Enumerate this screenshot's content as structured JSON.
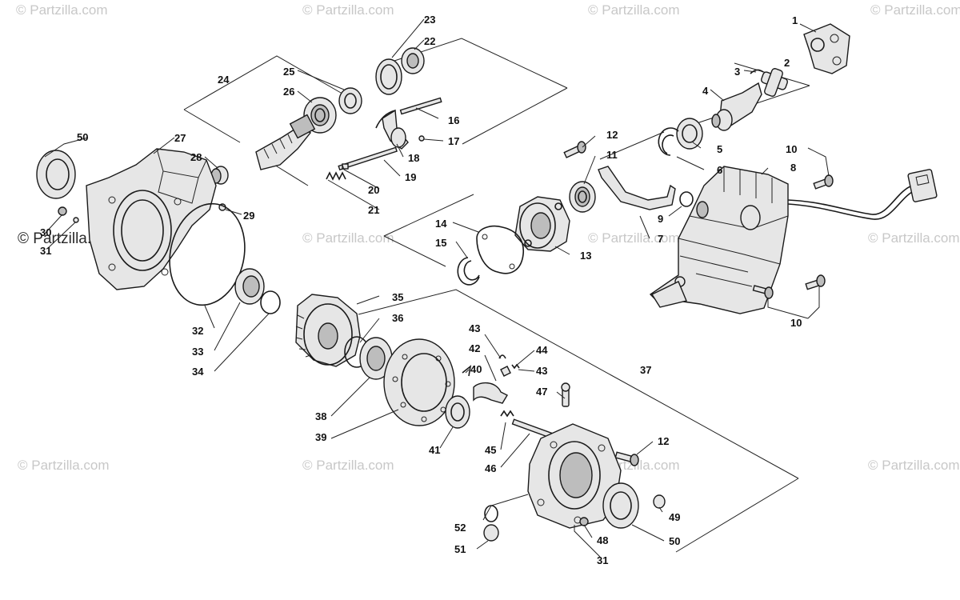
{
  "watermark": {
    "text": "© Partzilla.com",
    "brand_text": "© Partzilla.com"
  },
  "callouts": {
    "c1": "1",
    "c2": "2",
    "c3": "3",
    "c4": "4",
    "c5": "5",
    "c6": "6",
    "c7": "7",
    "c8": "8",
    "c9": "9",
    "c10a": "10",
    "c10b": "10",
    "c11": "11",
    "c12a": "12",
    "c12b": "12",
    "c13": "13",
    "c14": "14",
    "c15": "15",
    "c16": "16",
    "c17": "17",
    "c18": "18",
    "c19": "19",
    "c20": "20",
    "c21": "21",
    "c22": "22",
    "c23": "23",
    "c24": "24",
    "c25": "25",
    "c26": "26",
    "c27": "27",
    "c28": "28",
    "c29": "29",
    "c30": "30",
    "c31a": "31",
    "c31b": "31",
    "c32": "32",
    "c33": "33",
    "c34": "34",
    "c35": "35",
    "c36": "36",
    "c37": "37",
    "c38": "38",
    "c39": "39",
    "c40": "40",
    "c41": "41",
    "c42": "42",
    "c43a": "43",
    "c43b": "43",
    "c44": "44",
    "c45": "45",
    "c46": "46",
    "c47": "47",
    "c48": "48",
    "c49": "49",
    "c50a": "50",
    "c50b": "50",
    "c51": "51",
    "c52": "52"
  }
}
